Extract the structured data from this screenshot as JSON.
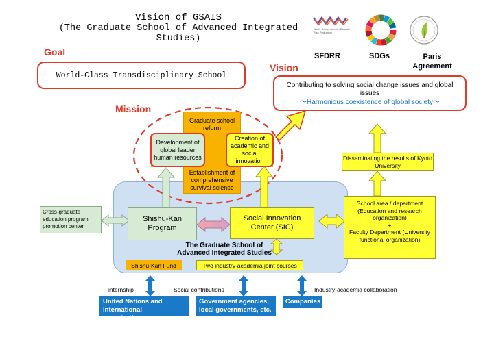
{
  "title": {
    "line1": "Vision of GSAIS",
    "line2": "(The Graduate School of Advanced Integrated Studies)"
  },
  "logos": {
    "sfdrr_caption": "World Conference on Disaster Risk Reduction",
    "sfdrr_label": "SFDRR",
    "sdgs_label": "SDGs",
    "paris_label": "Paris Agreement"
  },
  "goal": {
    "label": "Goal",
    "text": "World-Class Transdisciplinary School"
  },
  "vision": {
    "label": "Vision",
    "line1": "Contributing to solving social change issues and global issues",
    "line2": "〜Harmonious coexistence of global society〜"
  },
  "mission": {
    "label": "Mission",
    "top": "Graduate school reform",
    "left": "Development of global leader human resources",
    "right": "Creation of academic and social innovation",
    "bottom": "Establishment of comprehensive survival science"
  },
  "kyoto": {
    "disseminating": "Disseminating the results of Kyoto University",
    "school_area": "School area / department (Education and research organization)",
    "plus": "+",
    "faculty": "Faculty Department (University functional organization)"
  },
  "center": {
    "cross_graduate": "Cross-graduate education program promotion center",
    "shishukan_program": "Shishu-Kan Program",
    "sic": "Social Innovation Center (SIC)",
    "gsais_name": "The Graduate School of Advanced Integrated Studies",
    "fund": "Shishu-Kan Fund",
    "courses": "Two industry-academia joint courses"
  },
  "bottom": {
    "internship": "internship",
    "social": "Social contributions",
    "industry": "Industry-academia collaboration",
    "un": "United Nations and international organizations",
    "gov": "Government agencies, local governments, etc.",
    "companies": "Companies"
  },
  "colors": {
    "red": "#e03a2a",
    "yellow": "#ffff33",
    "orange": "#f7b300",
    "green": "#d6ead4",
    "blue_region": "#cfe0f3",
    "blue_box": "#1a7ac8",
    "vision_subtitle": "#1f6fd0"
  }
}
